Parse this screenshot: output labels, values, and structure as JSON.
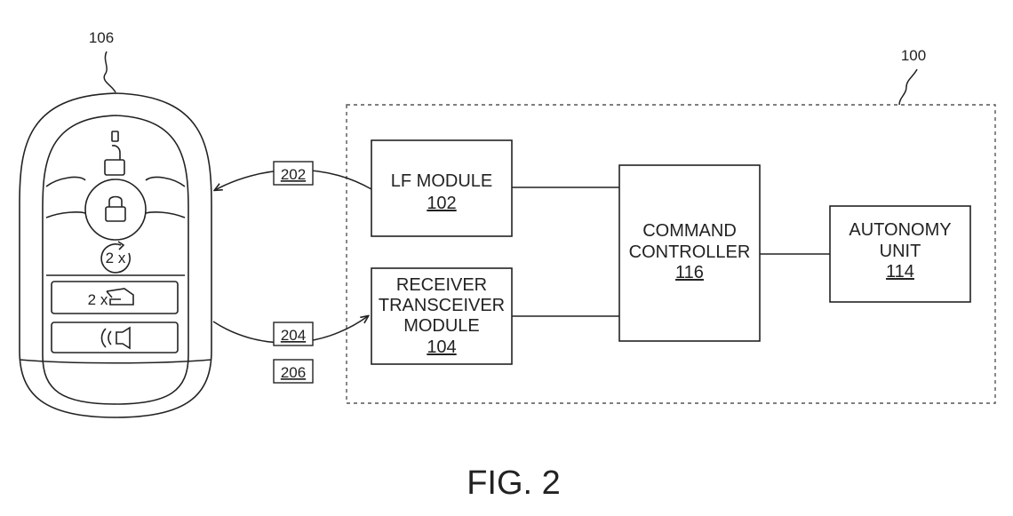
{
  "figure_label": "FIG. 2",
  "references": {
    "system": "100",
    "key_fob": "106",
    "signal_lf": "202",
    "signal_rf": "204",
    "signal_extra": "206"
  },
  "blocks": {
    "lf_module": {
      "line1": "LF MODULE",
      "number": "102"
    },
    "receiver_transceiver": {
      "line1": "RECEIVER",
      "line2": "TRANSCEIVER",
      "line3": "MODULE",
      "number": "104"
    },
    "command_controller": {
      "line1": "COMMAND",
      "line2": "CONTROLLER",
      "number": "116"
    },
    "autonomy_unit": {
      "line1": "AUTONOMY",
      "line2": "UNIT",
      "number": "114"
    }
  },
  "key_fob_buttons": {
    "remote_start_label": "2 x",
    "trunk_label": "2 x"
  },
  "icons": [
    "unlock-icon",
    "lock-icon",
    "remote-start-icon",
    "trunk-icon",
    "panic-horn-icon"
  ]
}
